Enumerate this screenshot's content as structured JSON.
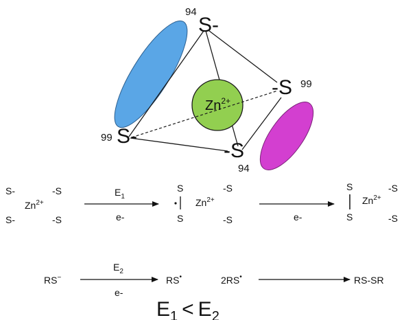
{
  "structure": {
    "center_label": "Zn",
    "center_charge": "2+",
    "vertices": [
      {
        "label": "S-",
        "number": "94"
      },
      {
        "label": "-S",
        "number": "99"
      },
      {
        "label": "S-",
        "number": "99"
      },
      {
        "label": "-S",
        "number": "94"
      }
    ],
    "colors": {
      "blue_ellipse": "#5AA6E6",
      "magenta_ellipse": "#D33FD0",
      "zn_circle": "#92CF50",
      "stroke": "#1a1a1a"
    }
  },
  "reaction1": {
    "left": {
      "s_tl": "S-",
      "s_bl": "S-",
      "s_tr": "-S",
      "s_br": "-S",
      "zn": "Zn",
      "zn_charge": "2+"
    },
    "arrow1_top": "E",
    "arrow1_top_sub": "1",
    "arrow1_bottom": "e-",
    "middle": {
      "s_top": "S",
      "s_bottom": "S",
      "s_tr": "-S",
      "s_br": "-S",
      "zn": "Zn",
      "zn_charge": "2+"
    },
    "arrow2_bottom": "e-",
    "right": {
      "s_top": "S",
      "s_bottom": "S",
      "s_tr": "-S",
      "s_br": "-S",
      "zn": "Zn",
      "zn_charge": "2+"
    }
  },
  "reaction2": {
    "reactant": "RS",
    "reactant_sup": "−",
    "arrow1_top": "E",
    "arrow1_top_sub": "2",
    "arrow1_bottom": "e-",
    "product1": "RS",
    "product1_sup": "•",
    "reactant2": "2RS",
    "reactant2_sup": "•",
    "product2": "RS-SR"
  },
  "inequality": {
    "left": "E",
    "left_sub": "1",
    "op": "<",
    "right": "E",
    "right_sub": "2"
  }
}
